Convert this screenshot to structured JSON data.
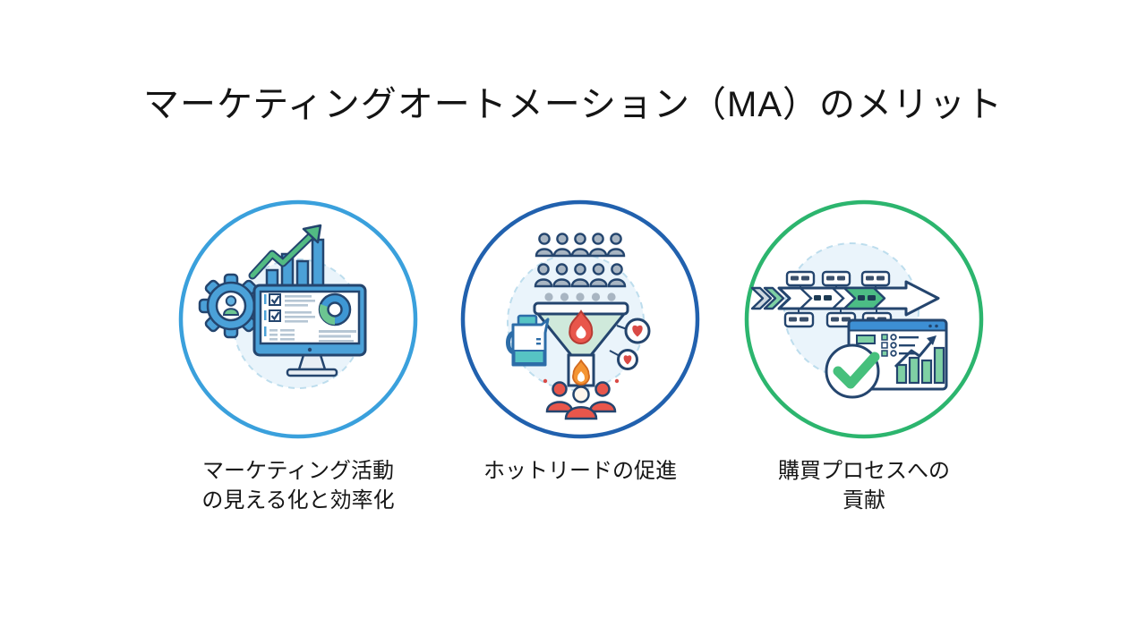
{
  "slide": {
    "title": "マーケティングオートメーション（MA）のメリット"
  },
  "benefits": [
    {
      "id": "marketing-visualization-efficiency",
      "caption_lines": [
        "マーケティング活動",
        "の見える化と効率化"
      ],
      "ring_color": "#3aa0dc",
      "illustration": "monitor-dashboard-with-gear-bar-chart-and-growth-arrow"
    },
    {
      "id": "hot-lead-promotion",
      "caption_lines": [
        "ホットリードの促進"
      ],
      "ring_color": "#2161ae",
      "illustration": "lead-funnel-with-flames-pitcher-hearts-and-people"
    },
    {
      "id": "purchase-process-contribution",
      "caption_lines": [
        "購買プロセスへの",
        "貢献"
      ],
      "ring_color": "#2cb56e",
      "illustration": "process-flow-arrow-with-browser-checkmark-and-bar-chart"
    }
  ],
  "palette": {
    "outline_navy": "#24456e",
    "blue_fill": "#4ba1d8",
    "green_fill": "#4cbd85",
    "light_green": "#cfe9db",
    "red": "#e8564b",
    "orange": "#f49433",
    "gray_people": "#a8b5c2",
    "backdrop_fill": "#eaf4fb",
    "backdrop_dash": "#bddded"
  }
}
